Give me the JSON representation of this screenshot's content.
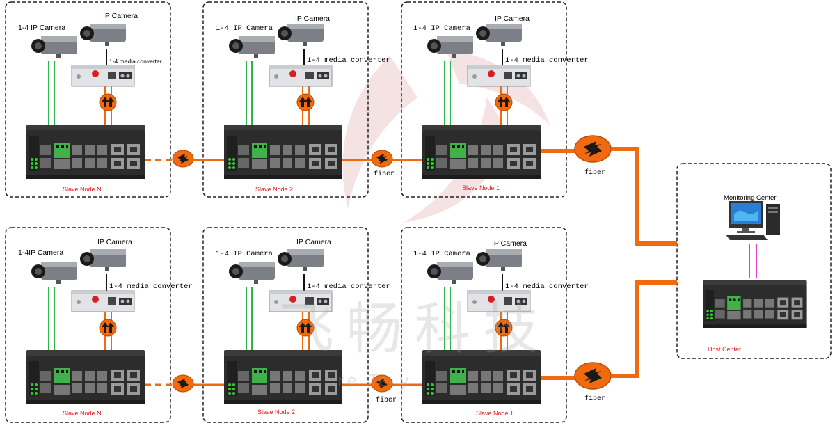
{
  "rows": [
    {
      "nodes": [
        {
          "node_label": "Slave Node N",
          "cam_left_label": "1-4 IP Camera",
          "cam_right_label": "IP Camera",
          "converter_label": "1-4 media converter"
        },
        {
          "node_label": "Slave Node 2",
          "cam_left_label": "1-4 IP Camera",
          "cam_right_label": "IP Camera",
          "converter_label": "1-4 media converter"
        },
        {
          "node_label": "Slave Node 1",
          "cam_left_label": "1-4 IP Camera",
          "cam_right_label": "IP Camera",
          "converter_label": "1-4 media converter"
        }
      ],
      "fiber_labels": [
        "fiber",
        "fiber"
      ]
    },
    {
      "nodes": [
        {
          "node_label": "Slave Node N",
          "cam_left_label": "1-4IP Camera",
          "cam_right_label": "IP Camera",
          "converter_label": "1-4 media converter"
        },
        {
          "node_label": "Slave Node 2",
          "cam_left_label": "1-4 IP Camera",
          "cam_right_label": "IP Camera",
          "converter_label": "1-4 media converter"
        },
        {
          "node_label": "Slave Node 1",
          "cam_left_label": "1-4 IP Camera",
          "cam_right_label": "IP Camera",
          "converter_label": "1-4 media converter"
        }
      ],
      "fiber_labels": [
        "fiber",
        "fiber"
      ]
    }
  ],
  "host": {
    "monitor_label": "Monitoring Center",
    "node_label": "Host Center"
  },
  "watermark": {
    "chars": "飞畅科技",
    "latin": "re Te     y"
  },
  "colors": {
    "fiber": "#f26a10",
    "ethernet": "#2fb34a",
    "magenta": "#e040c8",
    "node_label": "#e8161b",
    "switch": "#2c2c2c"
  }
}
